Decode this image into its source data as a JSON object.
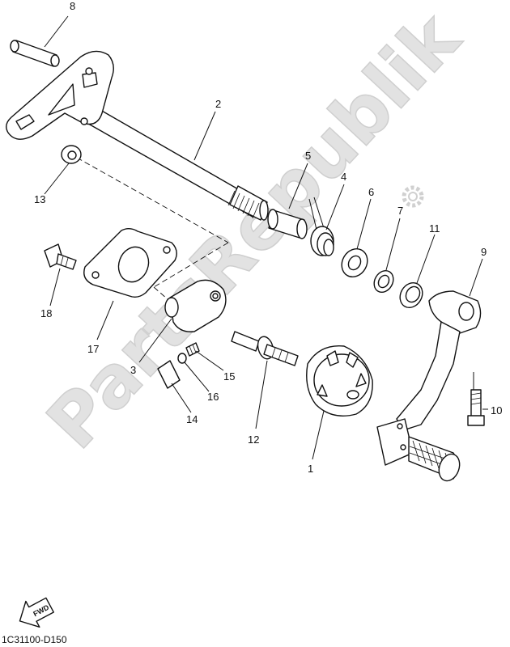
{
  "watermark": {
    "text": "PartsRepublik",
    "color": "#d4d4d4"
  },
  "diagram_code": "1C31100-D150",
  "fwd_label": "FWD",
  "parts": [
    {
      "id": "p1",
      "name": "shift-drum-segment",
      "number": "1"
    },
    {
      "id": "p2",
      "name": "shift-shaft",
      "number": "2"
    },
    {
      "id": "p3",
      "name": "stopper-lever",
      "number": "3"
    },
    {
      "id": "p4",
      "name": "torsion-spring",
      "number": "4"
    },
    {
      "id": "p5",
      "name": "collar",
      "number": "5"
    },
    {
      "id": "p6",
      "name": "washer",
      "number": "6"
    },
    {
      "id": "p7",
      "name": "oil-seal",
      "number": "7"
    },
    {
      "id": "p8",
      "name": "pin",
      "number": "8"
    },
    {
      "id": "p9",
      "name": "shift-pedal",
      "number": "9"
    },
    {
      "id": "p10",
      "name": "pedal-bolt",
      "number": "10"
    },
    {
      "id": "p11",
      "name": "bearing",
      "number": "11"
    },
    {
      "id": "p12",
      "name": "stopper-bolt",
      "number": "12"
    },
    {
      "id": "p13",
      "name": "shaft-washer",
      "number": "13"
    },
    {
      "id": "p14",
      "name": "plate",
      "number": "14"
    },
    {
      "id": "p15",
      "name": "spring",
      "number": "15"
    },
    {
      "id": "p16",
      "name": "roller-pin",
      "number": "16"
    },
    {
      "id": "p17",
      "name": "retainer-plate",
      "number": "17"
    },
    {
      "id": "p18",
      "name": "screw",
      "number": "18"
    }
  ]
}
